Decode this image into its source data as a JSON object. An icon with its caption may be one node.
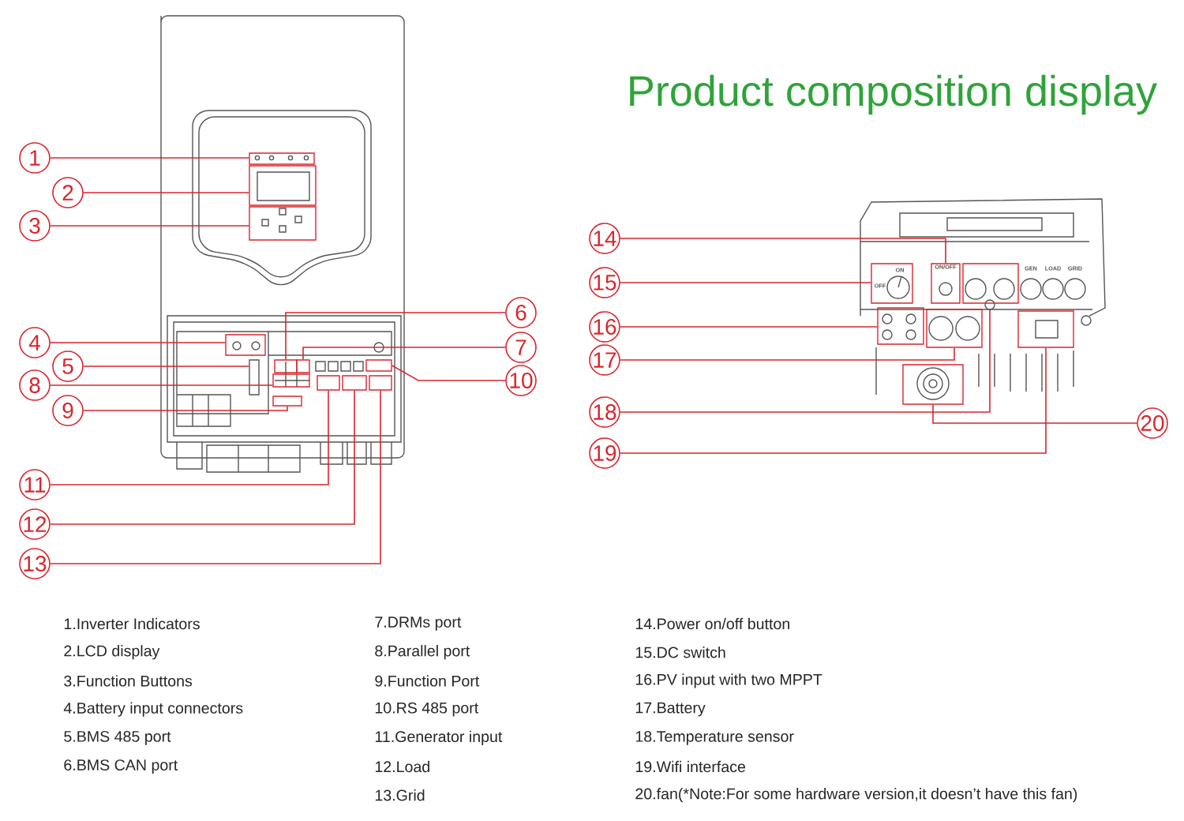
{
  "diagram": {
    "title": "Product composition display",
    "nodes": [
      {
        "text": [
          "1"
        ]
      },
      {
        "text": [
          "2"
        ]
      },
      {
        "text": [
          "3"
        ]
      },
      {
        "text": [
          "4"
        ]
      },
      {
        "text": [
          "5"
        ]
      },
      {
        "text": [
          "6"
        ]
      },
      {
        "text": [
          "7"
        ]
      },
      {
        "text": [
          "8"
        ]
      },
      {
        "text": [
          "9"
        ]
      },
      {
        "text": [
          "10"
        ]
      },
      {
        "text": [
          "11"
        ]
      },
      {
        "text": [
          "12"
        ]
      },
      {
        "text": [
          "13"
        ]
      },
      {
        "text": [
          "14"
        ]
      },
      {
        "text": [
          "15"
        ]
      },
      {
        "text": [
          "16"
        ]
      },
      {
        "text": [
          "17"
        ]
      },
      {
        "text": [
          "18"
        ]
      },
      {
        "text": [
          "19"
        ]
      },
      {
        "text": [
          "20"
        ]
      },
      {
        "text": [],
        "shape": "box"
      },
      {
        "text": [],
        "shape": "box"
      },
      {
        "text": [],
        "shape": "box"
      },
      {
        "text": [],
        "shape": "box"
      },
      {
        "text": [],
        "shape": "box"
      },
      {
        "text": [],
        "shape": "box"
      },
      {
        "text": [],
        "shape": "box"
      },
      {
        "text": [],
        "shape": "box"
      },
      {
        "text": [],
        "shape": "box"
      },
      {
        "text": [],
        "shape": "box"
      },
      {
        "text": [],
        "shape": "box"
      },
      {
        "text": [],
        "shape": "box"
      },
      {
        "text": [],
        "shape": "box"
      },
      {
        "text": [],
        "shape": "box"
      },
      {
        "text": [],
        "shape": "box"
      },
      {
        "text": [],
        "shape": "box"
      },
      {
        "text": [],
        "shape": "circle"
      },
      {
        "text": [],
        "shape": "box"
      },
      {
        "text": [],
        "shape": "box"
      },
      {
        "text": [],
        "shape": "box"
      }
    ],
    "edges": [
      {
        "from": 0,
        "to": 20,
        "arrow": "none"
      },
      {
        "from": 1,
        "to": 21,
        "arrow": "none"
      },
      {
        "from": 2,
        "to": 22,
        "arrow": "none"
      },
      {
        "from": 3,
        "to": 23,
        "arrow": "none"
      },
      {
        "from": 4,
        "to": 39,
        "arrow": "none"
      },
      {
        "from": 5,
        "to": 24,
        "arrow": "none"
      },
      {
        "from": 6,
        "to": 25,
        "arrow": "none"
      },
      {
        "from": 7,
        "to": 26,
        "arrow": "none"
      },
      {
        "from": 8,
        "to": 27,
        "arrow": "none"
      },
      {
        "from": 9,
        "to": 28,
        "arrow": "none"
      },
      {
        "from": 10,
        "to": 29,
        "arrow": "none"
      },
      {
        "from": 11,
        "to": 30,
        "arrow": "none"
      },
      {
        "from": 12,
        "to": 31,
        "arrow": "none"
      },
      {
        "from": 13,
        "to": 32,
        "arrow": "none"
      },
      {
        "from": 14,
        "to": 33,
        "arrow": "none"
      },
      {
        "from": 15,
        "to": 34,
        "arrow": "none"
      },
      {
        "from": 16,
        "to": 35,
        "arrow": "none"
      },
      {
        "from": 17,
        "to": 36,
        "arrow": "none"
      },
      {
        "from": 18,
        "to": 37,
        "arrow": "none"
      },
      {
        "from": 19,
        "to": 38,
        "arrow": "none"
      }
    ],
    "labels": [
      "ON",
      "OFF",
      "ON/OFF",
      "GEN",
      "LOAD",
      "GRID",
      "1.Inverter Indicators",
      "2.LCD display",
      "3.Function Buttons",
      "4.Battery input connectors",
      "5.BMS 485 port",
      "6.BMS CAN port",
      "7.DRMs port",
      "8.Parallel port",
      "9.Function Port",
      "10.RS 485 port",
      "11.Generator input",
      "12.Load",
      "13.Grid",
      "14.Power on/off button",
      "15.DC switch",
      "16.PV input with two MPPT",
      "17.Battery",
      "18.Temperature sensor",
      "19.Wifi interface",
      "20.fan(*Note:For some hardware version,it doesn’t have this fan)"
    ]
  }
}
